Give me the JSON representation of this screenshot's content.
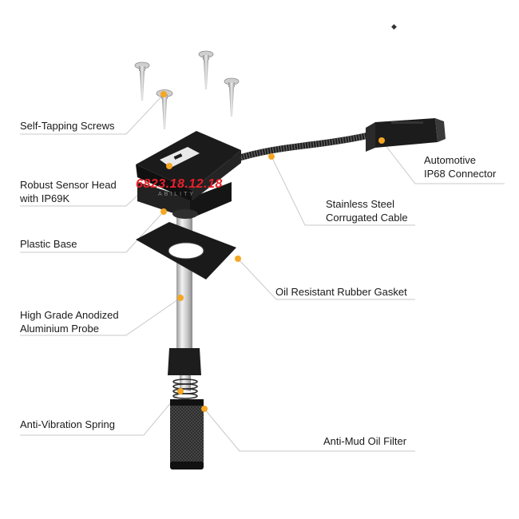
{
  "colors": {
    "accent": "#f5a623",
    "leader": "#c9c9c9",
    "sensor_body": "#1b1b1b",
    "probe": "#d9d9d9",
    "watermark": "#e8202a"
  },
  "labels": {
    "self_tapping_screws": "Self-Tapping Screws",
    "sensor_head_line1": "Robust Sensor Head",
    "sensor_head_line2": "with IP69K",
    "plastic_base": "Plastic Base",
    "probe_line1": "High Grade Anodized",
    "probe_line2": "Aluminium Probe",
    "spring": "Anti-Vibration Spring",
    "connector_line1": "Automotive",
    "connector_line2": "IP68 Connector",
    "cable_line1": "Stainless Steel",
    "cable_line2": "Corrugated Cable",
    "gasket": "Oil Resistant Rubber Gasket",
    "filter": "Anti-Mud Oil Filter"
  },
  "watermark": {
    "code": "6823.18.12.18",
    "sub": "ABILITY"
  },
  "corner_mark": "◆"
}
